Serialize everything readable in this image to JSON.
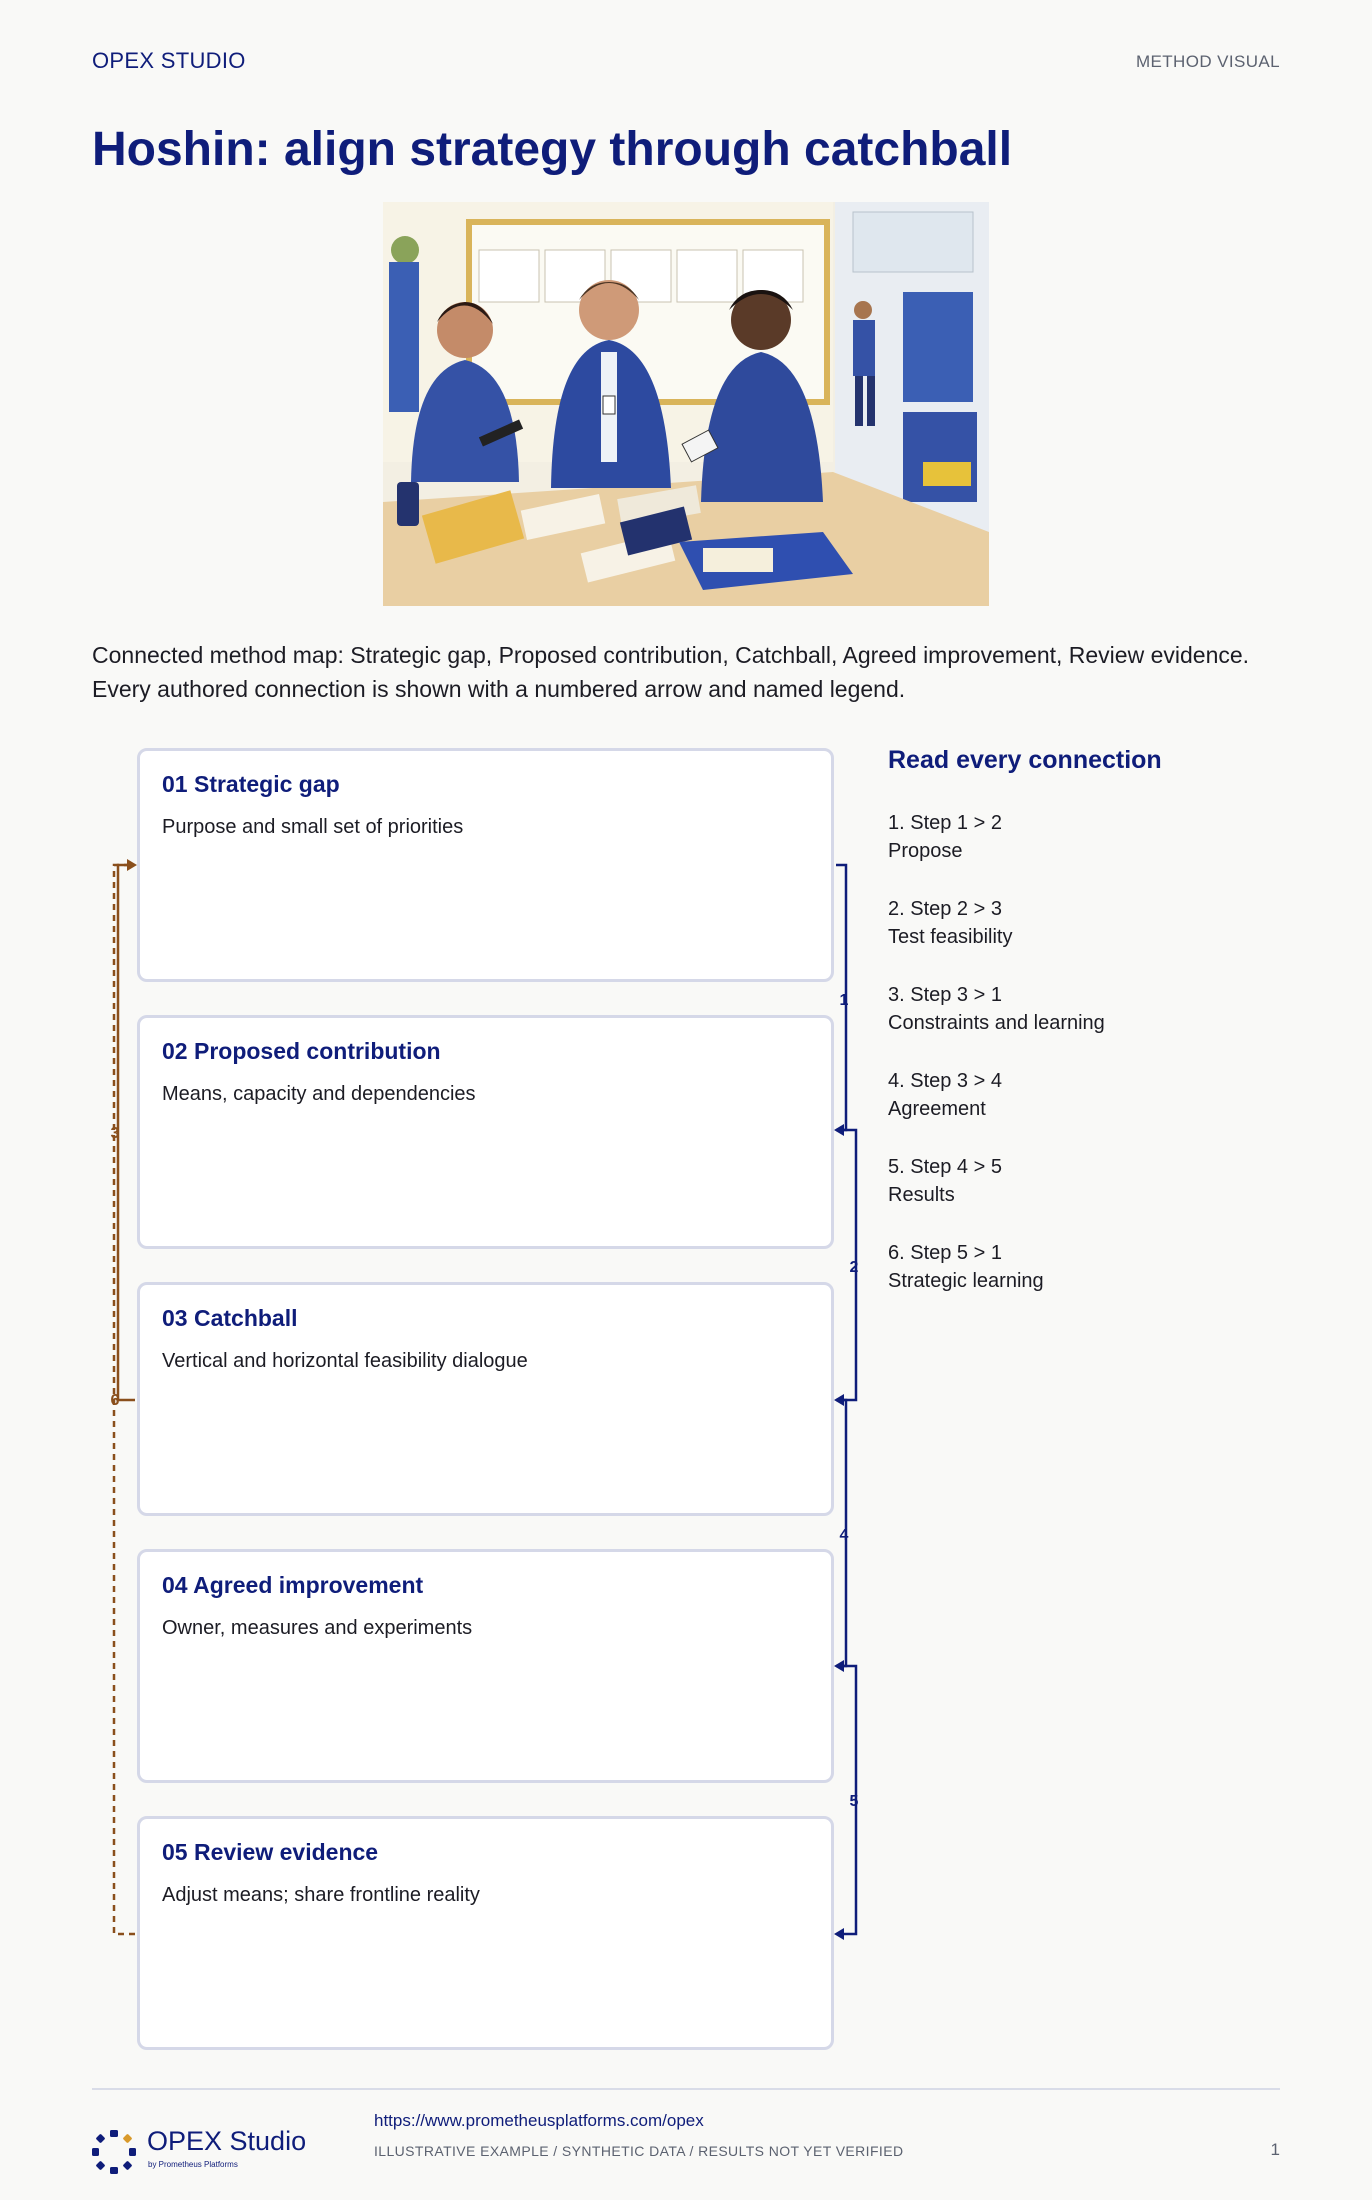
{
  "header": {
    "brand": "OPEX STUDIO",
    "tag": "METHOD VISUAL"
  },
  "title": "Hoshin: align strategy through catchball",
  "intro": "Connected method map: Strategic gap, Proposed contribution, Catchball, Agreed improvement, Review evidence. Every authored connection is shown with a numbered arrow and named legend.",
  "steps": [
    {
      "title": "01 Strategic gap",
      "desc": "Purpose and small set of priorities"
    },
    {
      "title": "02 Proposed contribution",
      "desc": "Means, capacity and dependencies"
    },
    {
      "title": "03 Catchball",
      "desc": "Vertical and horizontal feasibility dialogue"
    },
    {
      "title": "04 Agreed improvement",
      "desc": "Owner, measures and experiments"
    },
    {
      "title": "05 Review evidence",
      "desc": "Adjust means; share frontline reality"
    }
  ],
  "connections": [
    {
      "num": "1",
      "from": 1,
      "to": 2,
      "color": "#0f1d7a"
    },
    {
      "num": "2",
      "from": 2,
      "to": 3,
      "color": "#0f1d7a"
    },
    {
      "num": "3",
      "from": 3,
      "to": 1,
      "color": "#8a4f1c"
    },
    {
      "num": "4",
      "from": 3,
      "to": 4,
      "color": "#0f1d7a"
    },
    {
      "num": "5",
      "from": 4,
      "to": 5,
      "color": "#0f1d7a"
    },
    {
      "num": "6",
      "from": 5,
      "to": 1,
      "color": "#8a4f1c"
    }
  ],
  "legend": {
    "title": "Read every connection",
    "items": [
      {
        "route": "1. Step 1 > 2",
        "name": "Propose"
      },
      {
        "route": "2. Step 2 > 3",
        "name": "Test feasibility"
      },
      {
        "route": "3. Step 3 > 1",
        "name": "Constraints and learning"
      },
      {
        "route": "4. Step 3 > 4",
        "name": "Agreement"
      },
      {
        "route": "5. Step 4 > 5",
        "name": "Results"
      },
      {
        "route": "6. Step 5 > 1",
        "name": "Strategic learning"
      }
    ]
  },
  "footer": {
    "logo_name": "OPEX Studio",
    "logo_sub": "by Prometheus Platforms",
    "url": "https://www.prometheusplatforms.com/opex",
    "note": "ILLUSTRATIVE EXAMPLE / SYNTHETIC DATA / RESULTS NOT YET VERIFIED",
    "page": "1"
  },
  "colors": {
    "navy": "#0f1d7a",
    "brown": "#8a4f1c",
    "card_border": "#d5d8e8"
  }
}
